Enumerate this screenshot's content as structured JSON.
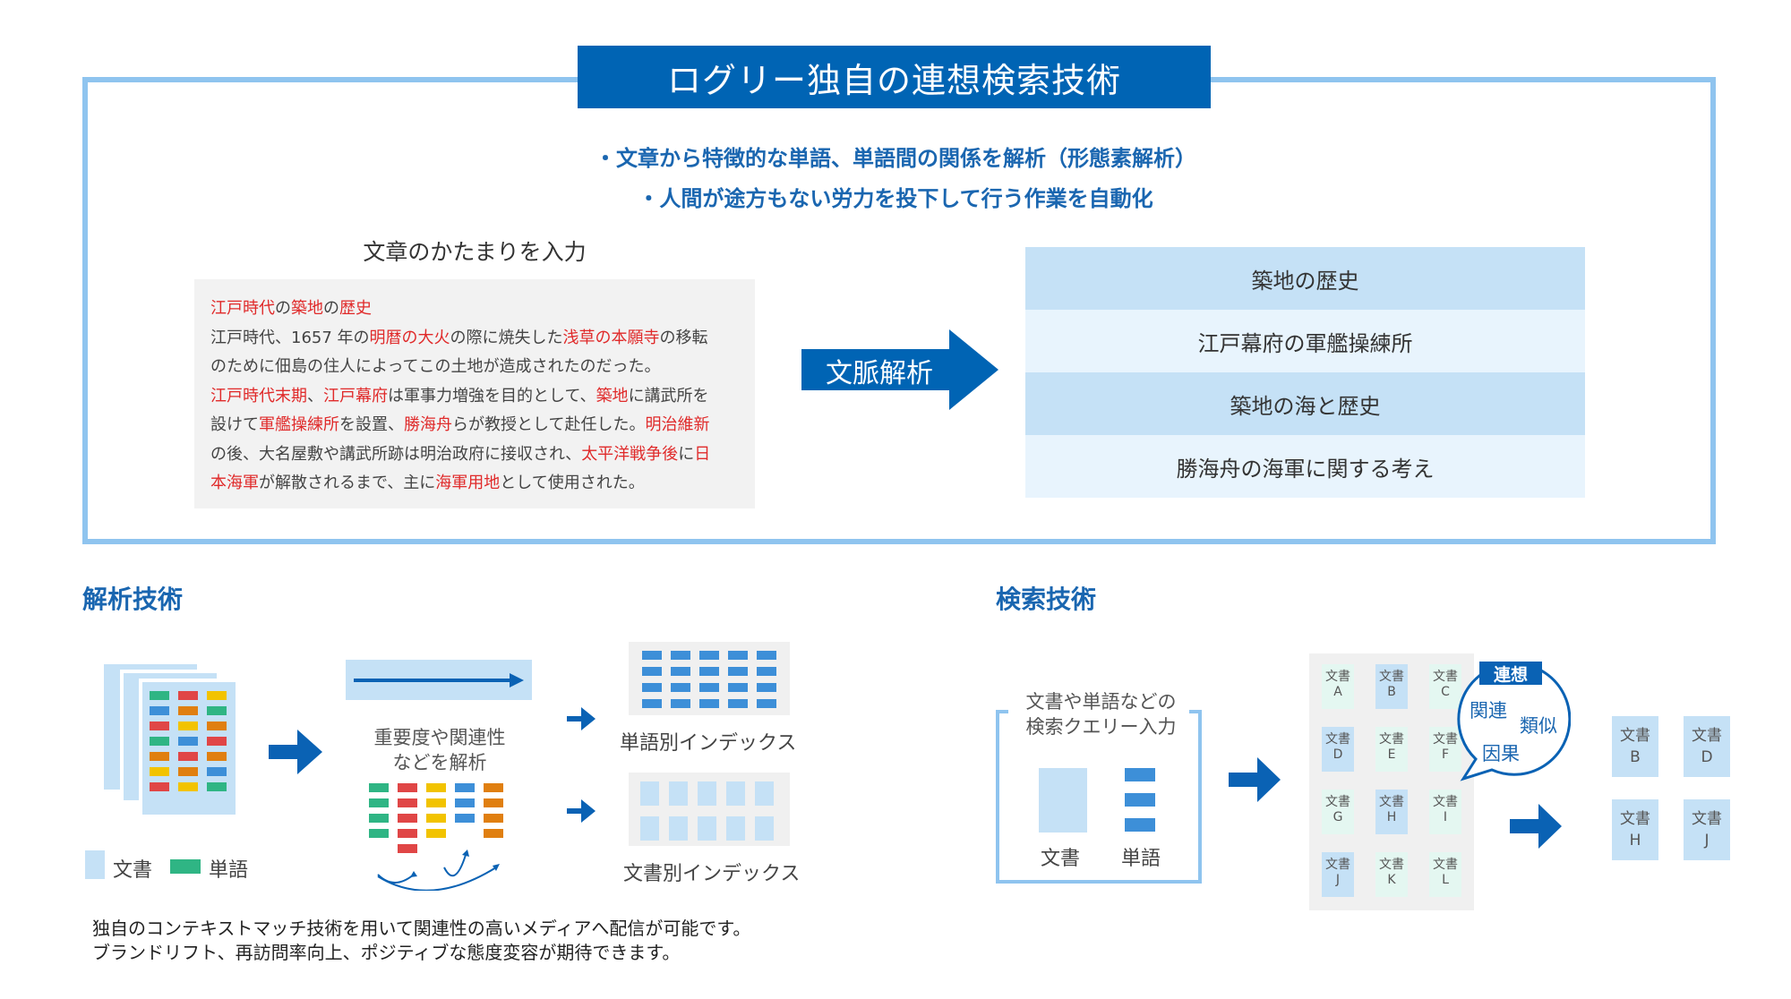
{
  "banner": {
    "title": "ログリー独自の連想検索技術"
  },
  "bullets": [
    "・文章から特徴的な単語、単語間の関係を解析（形態素解析）",
    "・人間が途方もない労力を投下して行う作業を自動化"
  ],
  "input": {
    "title": "文章のかたまりを入力",
    "lines": [
      [
        {
          "t": "江戸時代",
          "h": true
        },
        {
          "t": "の",
          "h": false
        },
        {
          "t": "築地",
          "h": true
        },
        {
          "t": "の",
          "h": false
        },
        {
          "t": "歴史",
          "h": true
        }
      ],
      [
        {
          "t": "江戸時代、1657 年の",
          "h": false
        },
        {
          "t": "明暦の大火",
          "h": true
        },
        {
          "t": "の際に焼失した",
          "h": false
        },
        {
          "t": "浅草の本願寺",
          "h": true
        },
        {
          "t": "の移転",
          "h": false
        }
      ],
      [
        {
          "t": "のために佃島の住人によってこの土地が造成されたのだった。",
          "h": false
        }
      ],
      [
        {
          "t": "江戸時代末期",
          "h": true
        },
        {
          "t": "、",
          "h": false
        },
        {
          "t": "江戸幕府",
          "h": true
        },
        {
          "t": "は軍事力増強を目的として、",
          "h": false
        },
        {
          "t": "築地",
          "h": true
        },
        {
          "t": "に講武所を",
          "h": false
        }
      ],
      [
        {
          "t": "設けて",
          "h": false
        },
        {
          "t": "軍艦操練所",
          "h": true
        },
        {
          "t": "を設置、",
          "h": false
        },
        {
          "t": "勝海舟",
          "h": true
        },
        {
          "t": "らが教授として赴任した。",
          "h": false
        },
        {
          "t": "明治維新",
          "h": true
        }
      ],
      [
        {
          "t": "の後、大名屋敷や講武所跡は明治政府に接収され、",
          "h": false
        },
        {
          "t": "太平洋戦争後",
          "h": true
        },
        {
          "t": "に",
          "h": false
        },
        {
          "t": "日",
          "h": true
        }
      ],
      [
        {
          "t": "本海軍",
          "h": true
        },
        {
          "t": "が解散されるまで、主に",
          "h": false
        },
        {
          "t": "海軍用地",
          "h": true
        },
        {
          "t": "として使用された。",
          "h": false
        }
      ]
    ]
  },
  "context_arrow": {
    "label": "文脈解析"
  },
  "results": [
    "築地の歴史",
    "江戸幕府の軍艦操練所",
    "築地の海と歴史",
    "勝海舟の海軍に関する考え"
  ],
  "analysis": {
    "heading": "解析技術",
    "legend_doc": "文書",
    "legend_word": "単語",
    "process_label_1": "重要度や関連性",
    "process_label_2": "などを解析",
    "word_index_label": "単語別インデックス",
    "doc_index_label": "文書別インデックス"
  },
  "search": {
    "heading": "検索技術",
    "query_label_1": "文書や単語などの",
    "query_label_2": "検索クエリー入力",
    "query_doc": "文書",
    "query_word": "単語",
    "doc_prefix": "文書",
    "grid_docs": [
      {
        "id": "A",
        "hit": false
      },
      {
        "id": "B",
        "hit": true
      },
      {
        "id": "C",
        "hit": false
      },
      {
        "id": "D",
        "hit": true
      },
      {
        "id": "E",
        "hit": false
      },
      {
        "id": "F",
        "hit": false
      },
      {
        "id": "G",
        "hit": false
      },
      {
        "id": "H",
        "hit": true
      },
      {
        "id": "I",
        "hit": false
      },
      {
        "id": "J",
        "hit": true
      },
      {
        "id": "K",
        "hit": false
      },
      {
        "id": "L",
        "hit": false
      }
    ],
    "bubble_title": "連想",
    "bubble_words": [
      "関連",
      "類似",
      "因果"
    ],
    "result_docs": [
      "B",
      "D",
      "H",
      "J"
    ]
  },
  "footer": {
    "line1": "独自のコンテキストマッチ技術を用いて関連性の高いメディアへ配信が可能です。",
    "line2": "ブランドリフト、再訪問率向上、ポジティブな態度変容が期待できます。"
  },
  "colors": {
    "brand_blue": "#0064b4",
    "frame_blue": "#8fc4ef",
    "light_blue": "#c5e1f6",
    "highlight_red": "#e02a2a",
    "word_green": "#2fb584",
    "word_red": "#e04646",
    "word_yellow": "#f2c300",
    "word_blue": "#3d8fd8",
    "word_orange": "#e07f10"
  }
}
